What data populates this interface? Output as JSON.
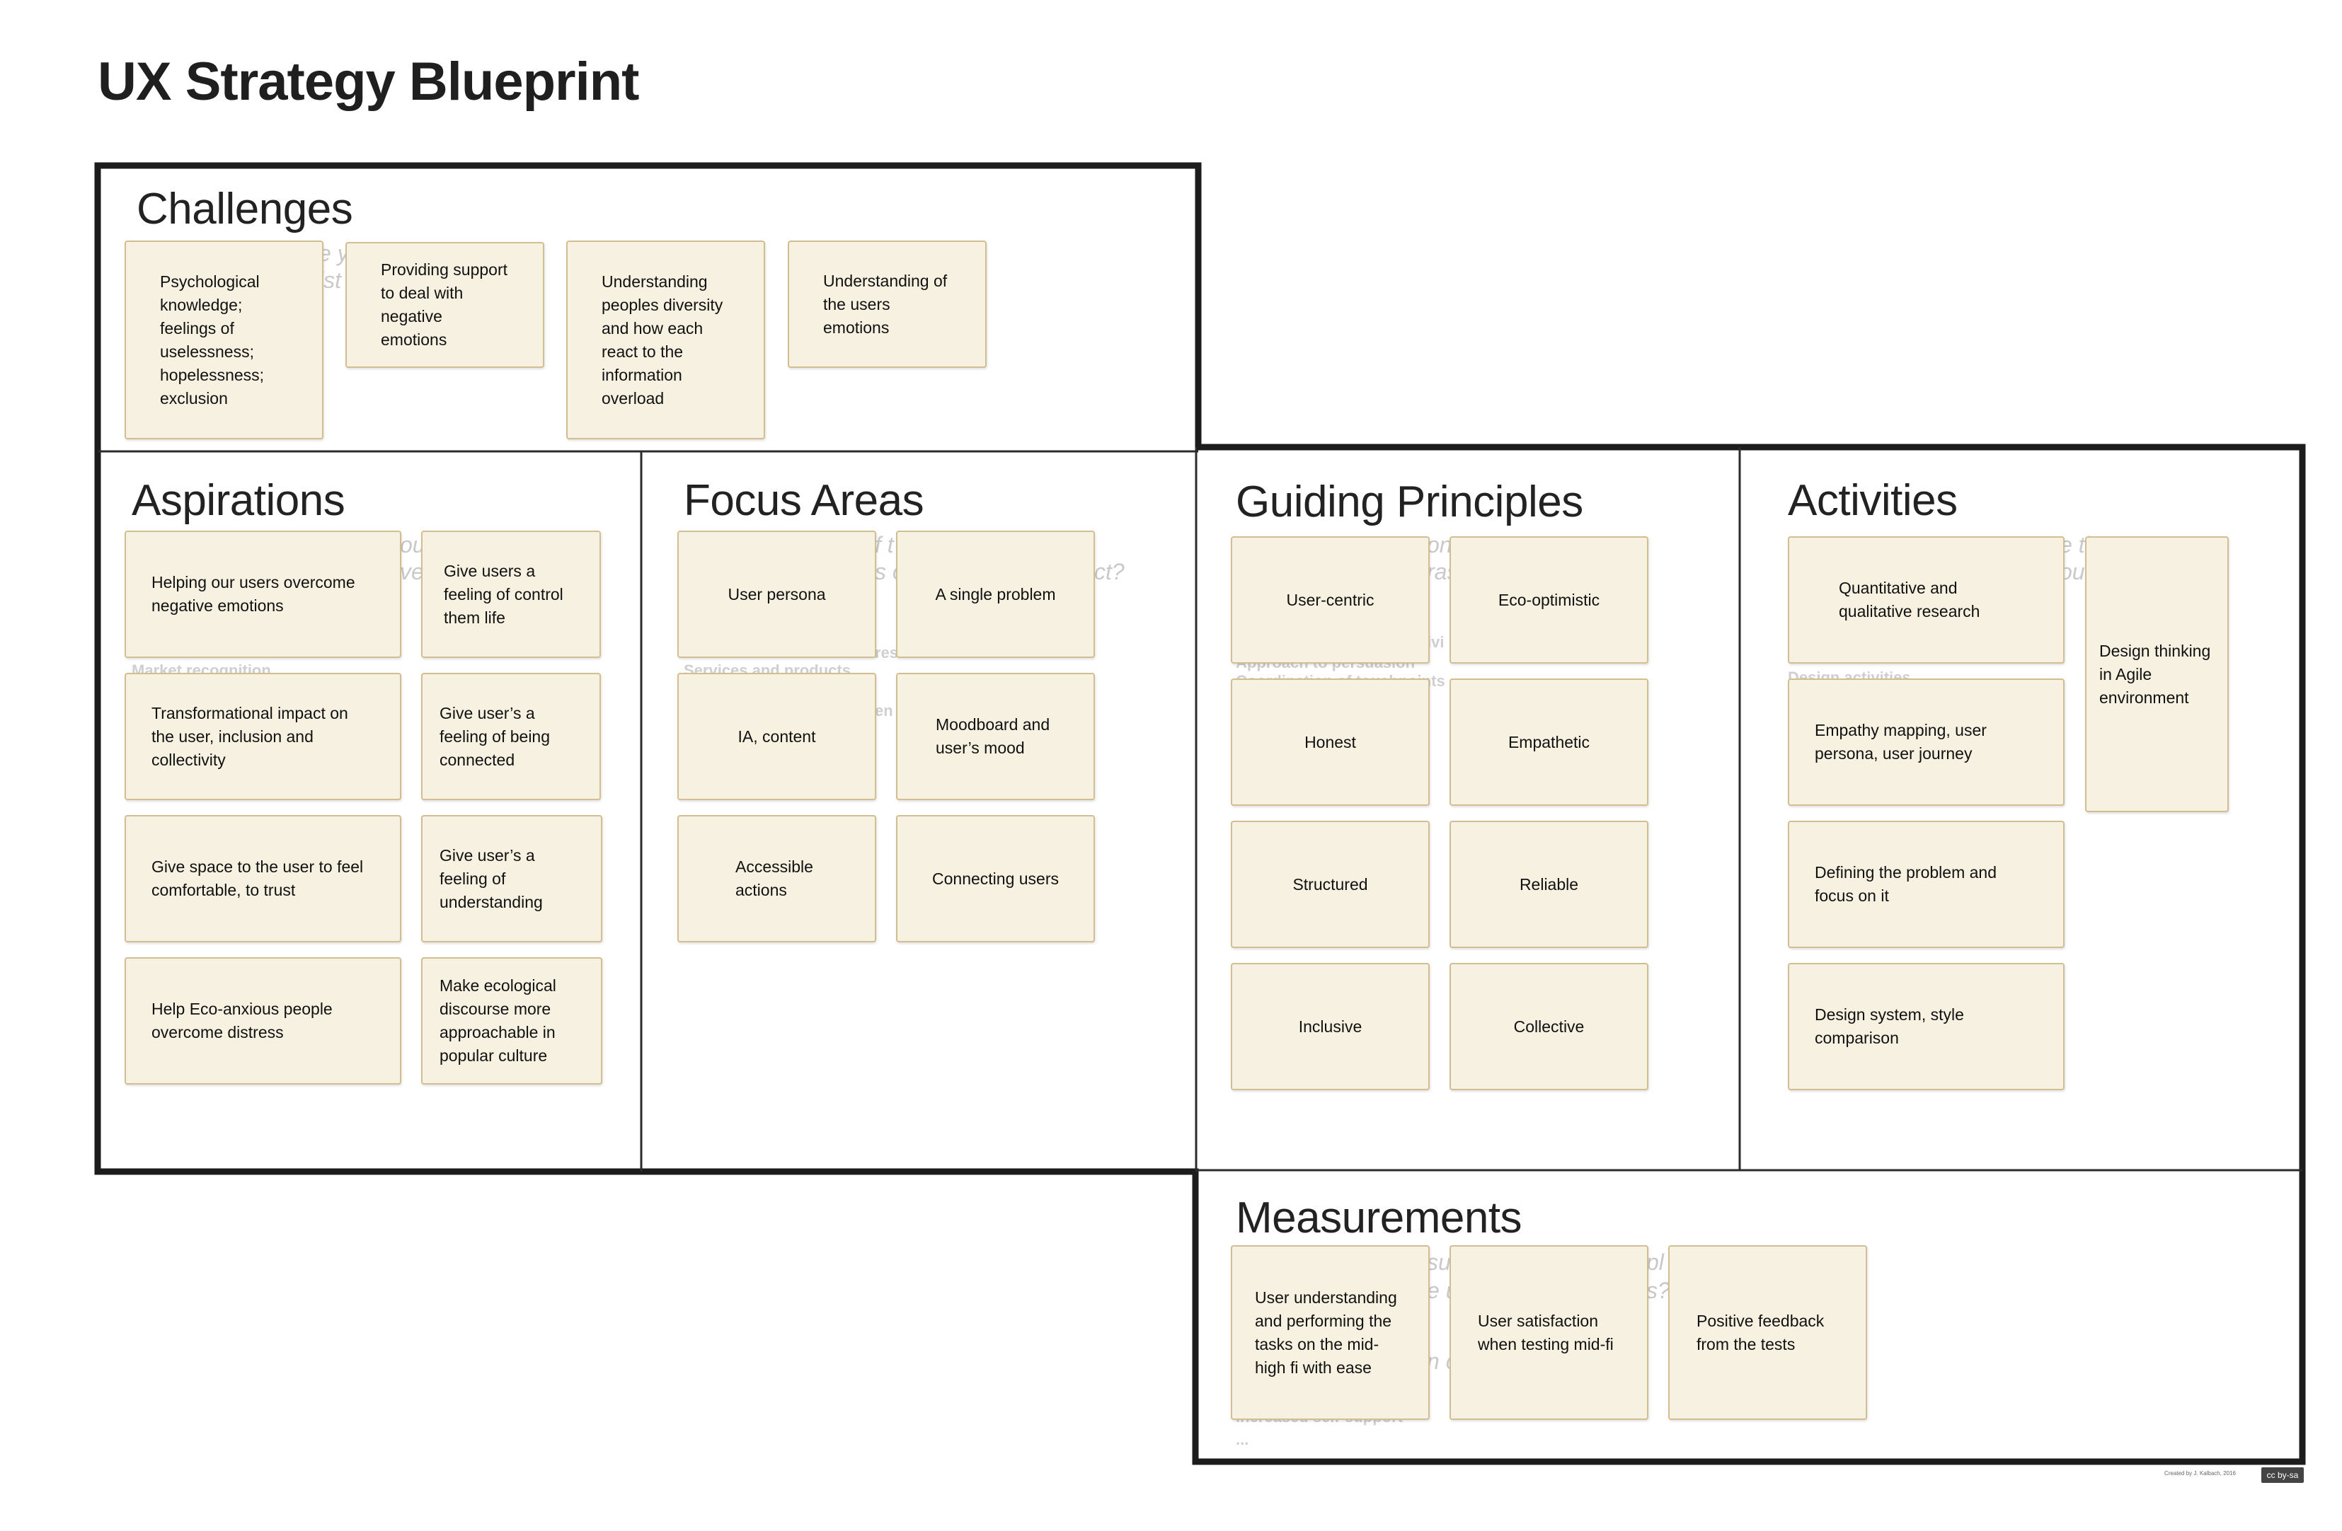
{
  "page": {
    "title": "UX Strategy Blueprint"
  },
  "sections": {
    "challenges": {
      "title": "Challenges",
      "cards": [
        "Psychological knowledge; feelings of uselessness; hopelessness; exclusion",
        "Providing support to deal with negative emotions",
        "Understanding peoples diversity and how each react to the information overload",
        "Understanding of the users emotions"
      ]
    },
    "aspirations": {
      "title": "Aspirations",
      "cards": [
        "Helping our users  overcome negative emotions",
        "Give users a feeling of control them life",
        "Transformational impact on the user, inclusion and collectivity",
        "Give user’s a feeling of being connected",
        "Give space to the user to feel comfortable, to trust",
        "Give user’s a feeling of understanding",
        "Help Eco-anxious people overcome distress",
        "Make ecological discourse more approachable in popular culture"
      ]
    },
    "focus_areas": {
      "title": "Focus Areas",
      "cards": [
        "User persona",
        "A single problem",
        "IA, content",
        "Moodboard and user’s mood",
        "Accessible actions",
        "Connecting users"
      ]
    },
    "guiding_principles": {
      "title": "Guiding Principles",
      "cards": [
        "User-centric",
        "Eco-optimistic",
        "Honest",
        "Empathetic",
        "Structured",
        "Reliable",
        "Inclusive",
        "Collective"
      ]
    },
    "activities": {
      "title": "Activities",
      "cards": [
        "Quantitative and qualitative research",
        "Design thinking in Agile environment",
        "Empathy mapping, user persona, user journey",
        "Defining the problem and focus on it",
        "Design system, style comparison"
      ]
    },
    "measurements": {
      "title": "Measurements",
      "cards": [
        "User understanding and  performing the tasks on the mid-high fi with ease",
        "User satisfaction when testing mid-fi",
        "Positive feedback from the tests"
      ]
    }
  },
  "ghost_text": {
    "challenges": [
      "e y",
      "ist"
    ],
    "aspirations": [
      "ou",
      "ve",
      "Market recognition"
    ],
    "focus_areas": [
      "f t",
      "s o",
      "ct?",
      "Services and products",
      "res",
      "en"
    ],
    "guiding_principles": [
      "on",
      "ras",
      "ivi",
      "Approach to persuasion",
      "Coordination of touchpoints"
    ],
    "activities": [
      "e th",
      "ou",
      "Design activities"
    ],
    "measurements": [
      "su",
      "e u",
      "pl",
      "s?",
      "n c",
      "Increased self-support",
      "..."
    ]
  },
  "footer": {
    "credit": "Created by J. Kalbach, 2016",
    "license": "cc by-sa"
  }
}
